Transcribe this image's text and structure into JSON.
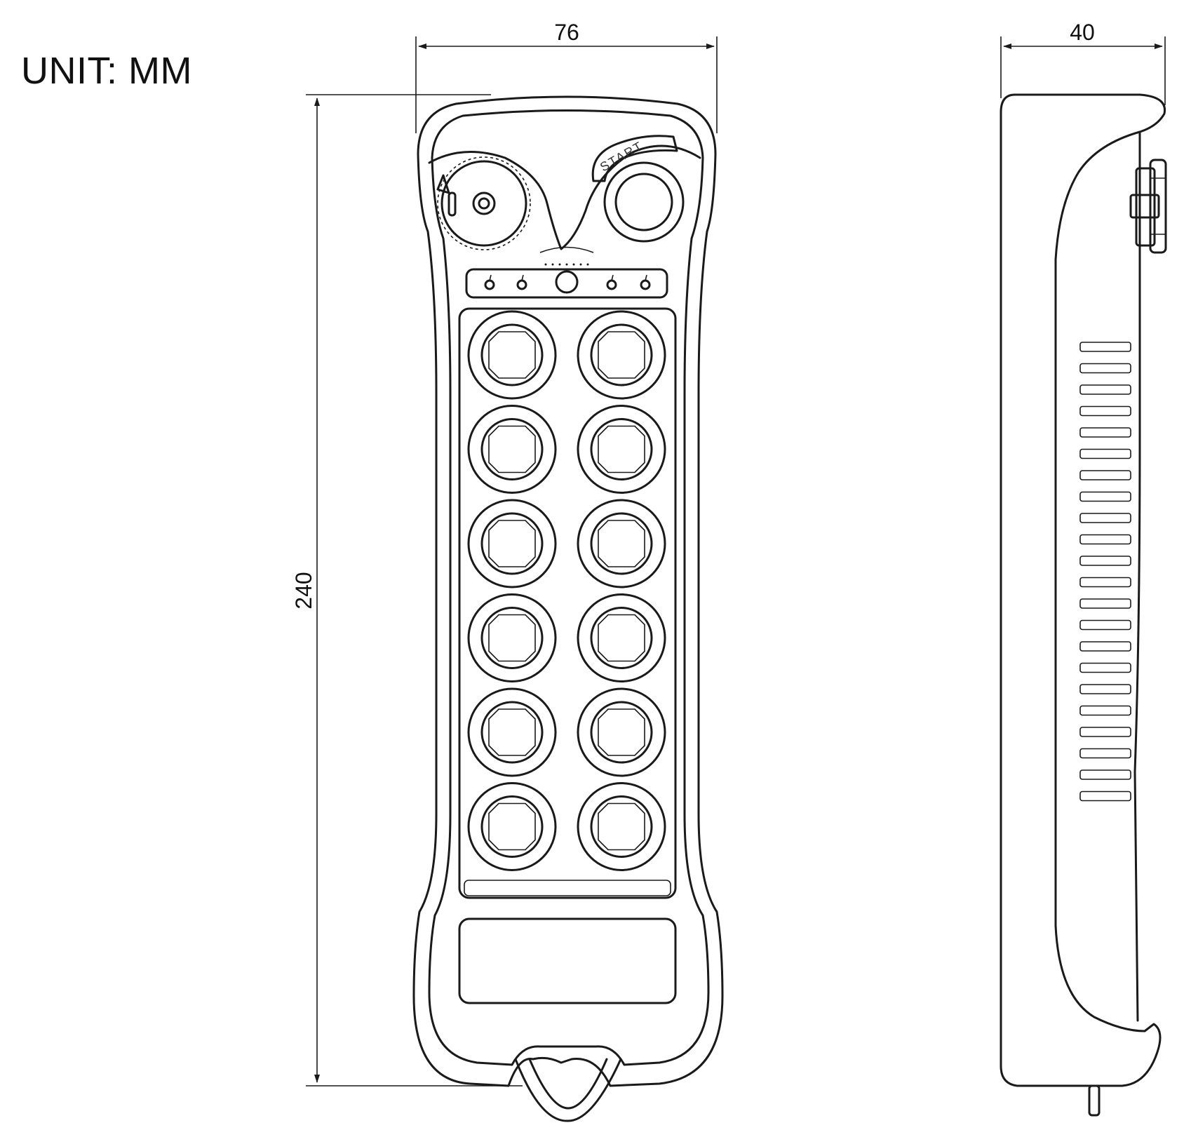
{
  "unit_label": "UNIT: MM",
  "dimensions": {
    "front_width": "76",
    "front_height": "240",
    "side_depth": "40"
  },
  "front_view": {
    "start_label": "START",
    "button_rows": 6,
    "button_cols": 2,
    "indicator_count": 4
  },
  "side_view": {
    "grip_ribs": 22
  },
  "colors": {
    "line": "#1a1a1a",
    "background": "#ffffff"
  }
}
